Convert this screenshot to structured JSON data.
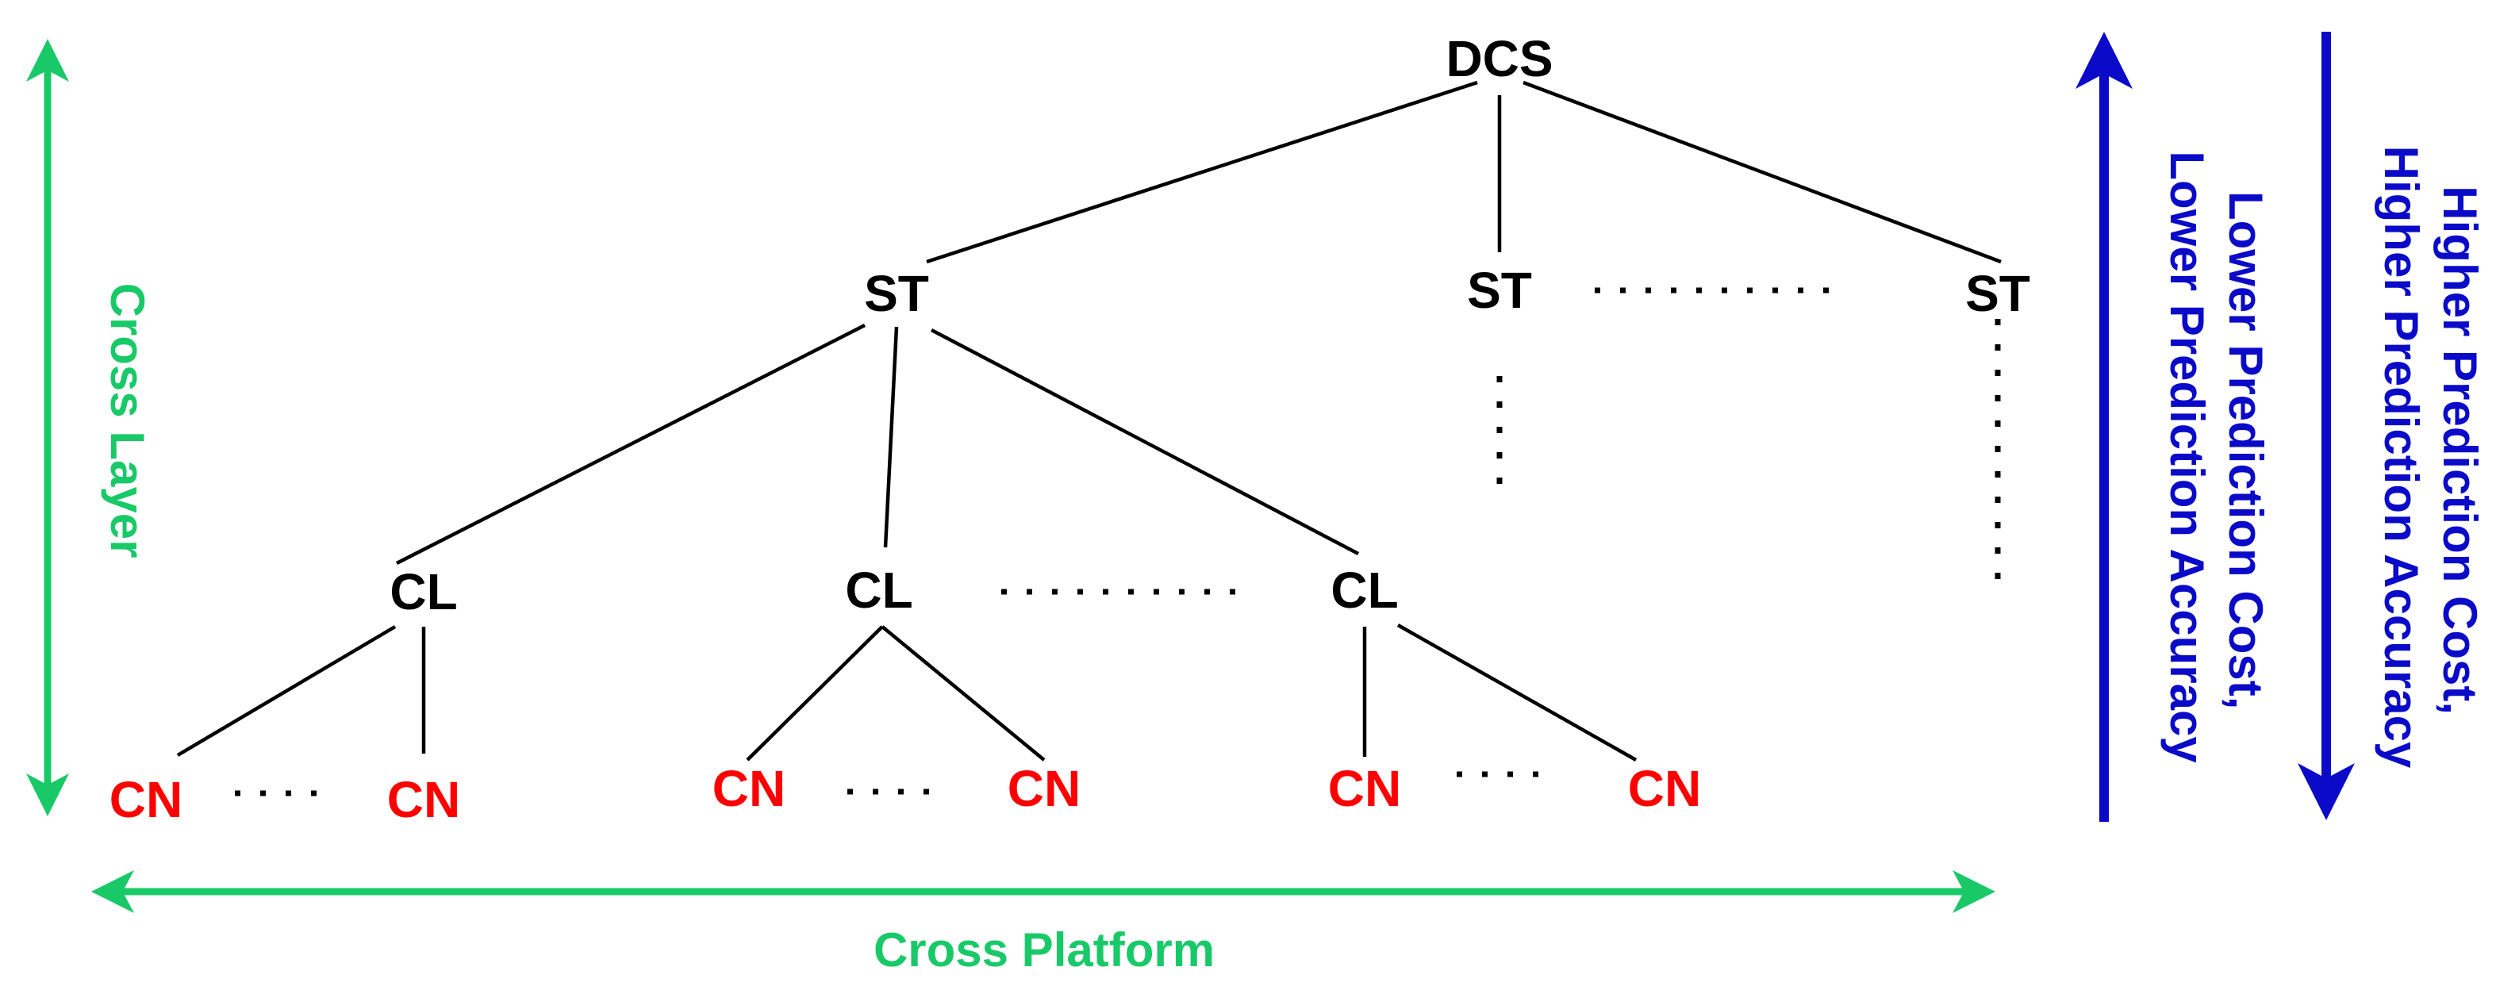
{
  "nodes": {
    "root": "DCS",
    "st_1": "ST",
    "st_2": "ST",
    "st_3": "ST",
    "cl_1": "CL",
    "cl_2": "CL",
    "cl_3": "CL",
    "cn_1": "CN",
    "cn_2": "CN",
    "cn_3": "CN",
    "cn_4": "CN",
    "cn_5": "CN",
    "cn_6": "CN"
  },
  "axes": {
    "vertical_label": "Cross Layer",
    "horizontal_label": "Cross Platform",
    "up_arrow_label": [
      "Lower Prediction Cost,",
      "Lower Prediction Accuracy"
    ],
    "down_arrow_label": [
      "Higher Prediction Cost,",
      "Higher Prediction Accuracy"
    ]
  },
  "colors": {
    "node_text": "#000000",
    "leaf_text": "#ff0000",
    "cross_axes": "#19c968",
    "cost_axes": "#0a0ac8"
  }
}
